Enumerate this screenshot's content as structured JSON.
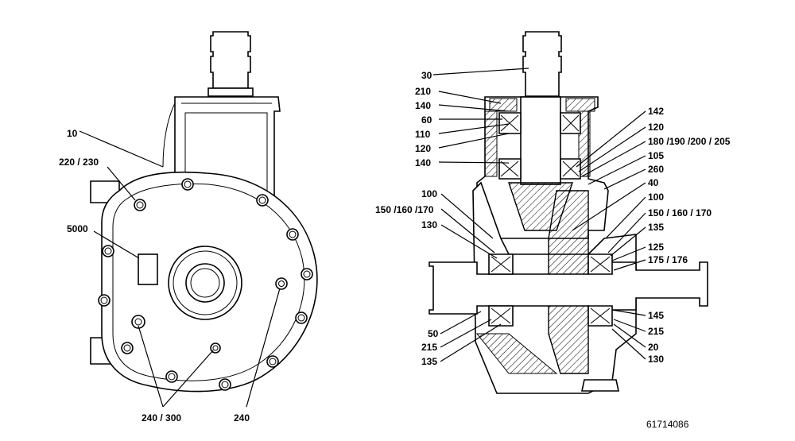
{
  "drawing_id": "61714086",
  "left_view": {
    "callouts": [
      "10",
      "220 / 230",
      "5000",
      "240 / 300",
      "240"
    ]
  },
  "right_view": {
    "callouts_left": [
      "30",
      "210",
      "140",
      "60",
      "110",
      "120",
      "140",
      "100",
      "150 /160 /170",
      "130",
      "50",
      "215",
      "135"
    ],
    "callouts_right": [
      "142",
      "120",
      "180 /190 /200 / 205",
      "105",
      "260",
      "40",
      "100",
      "150 / 160 / 170",
      "135",
      "125",
      "175 / 176",
      "145",
      "215",
      "20",
      "130"
    ]
  }
}
